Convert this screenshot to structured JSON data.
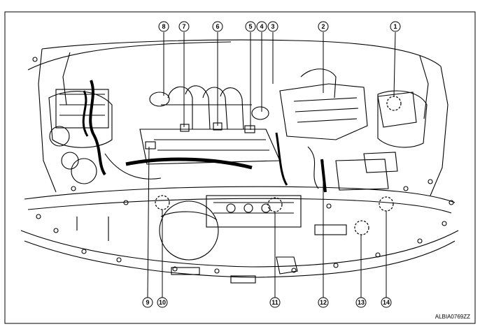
{
  "figure": {
    "reference_code": "ALBIA0769ZZ",
    "callouts_top": [
      "8",
      "7",
      "6",
      "5",
      "4",
      "3",
      "2",
      "1"
    ],
    "callouts_bottom": [
      "9",
      "10",
      "11",
      "12",
      "13",
      "14"
    ]
  }
}
